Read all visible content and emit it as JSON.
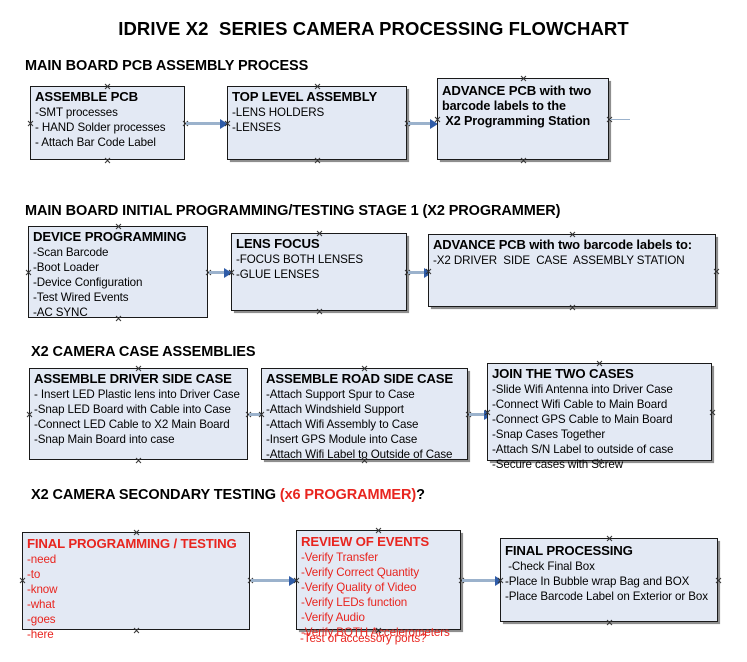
{
  "title": "IDRIVE X2  SERIES CAMERA PROCESSING FLOWCHART",
  "colors": {
    "box_fill": "#e3e9f4",
    "box_border": "#1a1a1a",
    "accent_red": "#e8251f",
    "arrow_line": "#9bb2cc",
    "arrow_head": "#2f5ca8",
    "text": "#000000"
  },
  "sections": [
    {
      "heading": "MAIN BOARD PCB ASSEMBLY PROCESS",
      "heading_accent": "",
      "boxes": [
        {
          "title": "ASSEMBLE PCB",
          "lines": [
            "-SMT processes",
            "- HAND Solder processes",
            "- Attach Bar Code Label"
          ]
        },
        {
          "title": "TOP LEVEL ASSEMBLY",
          "lines": [
            "-LENS HOLDERS",
            "-LENSES"
          ]
        },
        {
          "title": "ADVANCE PCB with two",
          "lines": [
            "barcode labels to the",
            " X2 Programming Station"
          ]
        }
      ]
    },
    {
      "heading": "MAIN BOARD INITIAL PROGRAMMING/TESTING STAGE 1 (X2 PROGRAMMER)",
      "heading_accent": "",
      "boxes": [
        {
          "title": "DEVICE PROGRAMMING",
          "lines": [
            "-Scan Barcode",
            "-Boot Loader",
            "-Device Configuration",
            "-Test Wired Events",
            "-AC SYNC"
          ]
        },
        {
          "title": "LENS FOCUS",
          "lines": [
            "-FOCUS BOTH LENSES",
            "-GLUE LENSES"
          ]
        },
        {
          "title": "ADVANCE PCB with two barcode labels to:",
          "lines": [
            "-X2 DRIVER  SIDE  CASE  ASSEMBLY STATION"
          ]
        }
      ]
    },
    {
      "heading": "X2 CAMERA CASE ASSEMBLIES",
      "heading_accent": "",
      "boxes": [
        {
          "title": "ASSEMBLE DRIVER SIDE CASE",
          "lines": [
            "- Insert LED Plastic lens into Driver Case",
            "-Snap LED Board with Cable into Case",
            "-Connect LED Cable to X2 Main Board",
            "-Snap Main Board into case"
          ]
        },
        {
          "title": "ASSEMBLE ROAD SIDE CASE",
          "lines": [
            "-Attach Support Spur to Case",
            "-Attach Windshield Support",
            "-Attach Wifi Assembly to Case",
            "-Insert GPS Module into Case",
            "-Attach Wifi Label to Outside of Case"
          ]
        },
        {
          "title": "JOIN THE TWO CASES",
          "lines": [
            "-Slide Wifi Antenna into Driver Case",
            "-Connect Wifi Cable to Main Board",
            "-Connect GPS Cable to Main Board",
            "-Snap Cases Together",
            "-Attach S/N Label to outside of case",
            "-Secure cases with Screw"
          ]
        }
      ]
    },
    {
      "heading": "X2 CAMERA SECONDARY TESTING ",
      "heading_accent": "(x6 PROGRAMMER)",
      "heading_tail": "?",
      "boxes": [
        {
          "title": "FINAL PROGRAMMING / TESTING",
          "lines": [
            "-need",
            "-to",
            "-know",
            "-what",
            "-goes",
            "-here"
          ]
        },
        {
          "title": "REVIEW OF EVENTS",
          "lines": [
            "-Verify Transfer",
            "-Verify Correct Quantity",
            "-Verify Quality of Video",
            "-Verify LEDs function",
            "-Verify Audio",
            "-Verify BOTH Accelerometers"
          ],
          "overflow_line": "-Test of accessory ports?"
        },
        {
          "title": "FINAL PROCESSING",
          "lines": [
            " -Check Final Box",
            "-Place In Bubble wrap Bag and BOX",
            "-Place Barcode Label on Exterior or Box"
          ]
        }
      ]
    }
  ]
}
